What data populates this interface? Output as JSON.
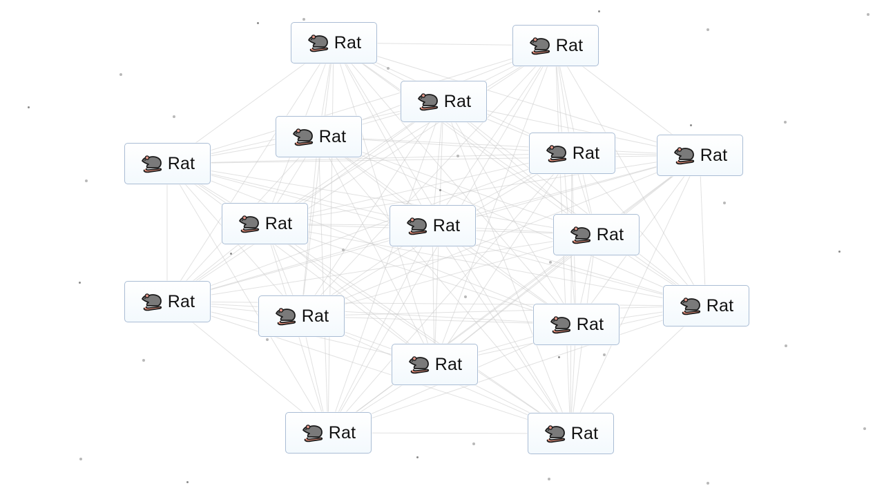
{
  "app": {
    "background": "#ffffff",
    "edge_color": "#c8c8c8",
    "node_border": "#a9bcd4"
  },
  "nodes": [
    {
      "label": "Rat",
      "icon": "rat-icon"
    },
    {
      "label": "Rat",
      "icon": "rat-icon"
    },
    {
      "label": "Rat",
      "icon": "rat-icon"
    },
    {
      "label": "Rat",
      "icon": "rat-icon"
    },
    {
      "label": "Rat",
      "icon": "rat-icon"
    },
    {
      "label": "Rat",
      "icon": "rat-icon"
    },
    {
      "label": "Rat",
      "icon": "rat-icon"
    },
    {
      "label": "Rat",
      "icon": "rat-icon"
    },
    {
      "label": "Rat",
      "icon": "rat-icon"
    },
    {
      "label": "Rat",
      "icon": "rat-icon"
    },
    {
      "label": "Rat",
      "icon": "rat-icon"
    },
    {
      "label": "Rat",
      "icon": "rat-icon"
    },
    {
      "label": "Rat",
      "icon": "rat-icon"
    },
    {
      "label": "Rat",
      "icon": "rat-icon"
    },
    {
      "label": "Rat",
      "icon": "rat-icon"
    },
    {
      "label": "Rat",
      "icon": "rat-icon"
    },
    {
      "label": "Rat",
      "icon": "rat-icon"
    }
  ]
}
